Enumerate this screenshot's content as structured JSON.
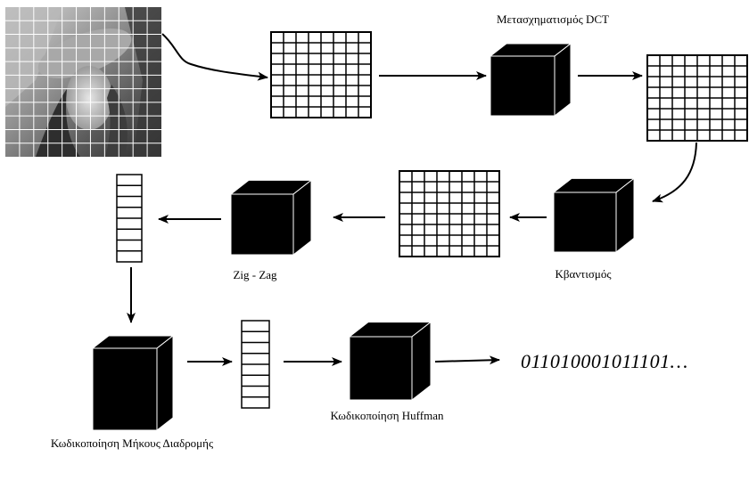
{
  "labels": {
    "dct": "Μετασχηματισμός DCT",
    "quantization": "Κβαντισμός",
    "zigzag": "Zig - Zag",
    "rle": "Κωδικοποίηση Μήκους Διαδρομής",
    "huffman": "Κωδικοποίηση Huffman"
  },
  "output_bits": "011010001011101…",
  "grid": {
    "rows": 8,
    "cols": 8
  },
  "vector": {
    "cells": 8
  },
  "colors": {
    "ink": "#000000",
    "cube_edge": "#ffffff",
    "background": "#ffffff"
  }
}
